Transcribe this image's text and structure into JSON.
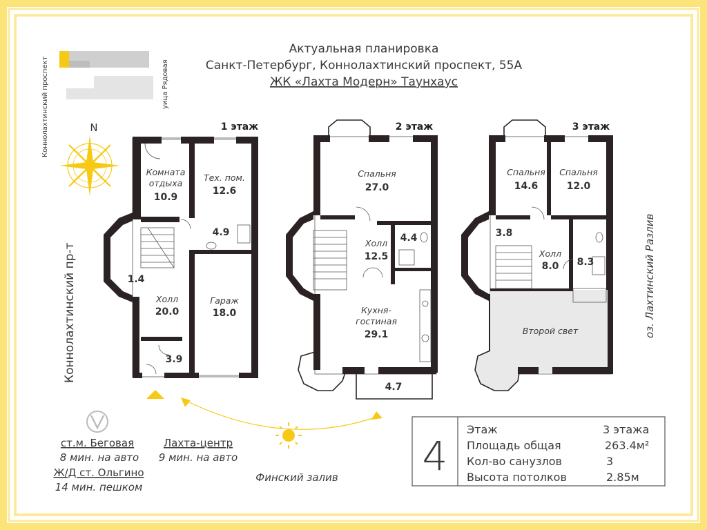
{
  "colors": {
    "frame": "#fbe57a",
    "frame_light": "#fdf0a6",
    "wall": "#2b2323",
    "accent": "#f6c915",
    "second_light": "#e9e9e9",
    "text": "#3a3a3a"
  },
  "header": {
    "line1": "Актуальная планировка",
    "line2": "Санкт-Петербург, Коннолахтинский проспект, 55А",
    "line3": "ЖК «Лахта Модерн» Таунхаус"
  },
  "location_map": {
    "street_left": "Коннолахтинский проспект",
    "street_right": "уица Рядовая"
  },
  "compass": {
    "north": "N"
  },
  "side_labels": {
    "left": "Коннолахтинский пр-т",
    "right": "оз. Лахтинский Разлив",
    "bottom": "Финский залив"
  },
  "floors": {
    "f1": {
      "title": "1 этаж",
      "rooms": [
        {
          "name": "Комната отдыха",
          "name_line1": "Комната",
          "name_line2": "отдыха",
          "area": "10.9"
        },
        {
          "name": "Тех. пом.",
          "area": "12.6"
        },
        {
          "name": "",
          "area": "4.9"
        },
        {
          "name": "",
          "area": "1.4"
        },
        {
          "name": "Холл",
          "area": "20.0"
        },
        {
          "name": "Гараж",
          "area": "18.0"
        },
        {
          "name": "",
          "area": "3.9"
        }
      ]
    },
    "f2": {
      "title": "2 этаж",
      "rooms": [
        {
          "name": "Спальня",
          "area": "27.0"
        },
        {
          "name": "Холл",
          "area": "12.5"
        },
        {
          "name": "",
          "area": "4.4"
        },
        {
          "name": "Кухня-гостиная",
          "name_line1": "Кухня-",
          "name_line2": "гостиная",
          "area": "29.1"
        },
        {
          "name": "",
          "area": "4.7"
        }
      ]
    },
    "f3": {
      "title": "3 этаж",
      "rooms": [
        {
          "name": "Спальня",
          "area": "14.6"
        },
        {
          "name": "Спальня",
          "area": "12.0"
        },
        {
          "name": "",
          "area": "3.8"
        },
        {
          "name": "Холл",
          "area": "8.0"
        },
        {
          "name": "",
          "area": "8.3"
        },
        {
          "name": "Второй свет",
          "area": ""
        }
      ]
    }
  },
  "transport": {
    "metro_name": "ст.м. Беговая",
    "metro_time": "8 мин. на авто",
    "rail_name": "Ж/Д ст. Ольгино",
    "rail_time": "14 мин. пешком",
    "center_name": "Лахта-центр",
    "center_time": "9 мин. на авто"
  },
  "info": {
    "number": "4",
    "rows": [
      {
        "label": "Этаж",
        "value": "3 этажа"
      },
      {
        "label": "Площадь общая",
        "value": "263.4м²"
      },
      {
        "label": "Кол-во санузлов",
        "value": "3"
      },
      {
        "label": "Высота потолков",
        "value": "2.85м"
      }
    ]
  }
}
